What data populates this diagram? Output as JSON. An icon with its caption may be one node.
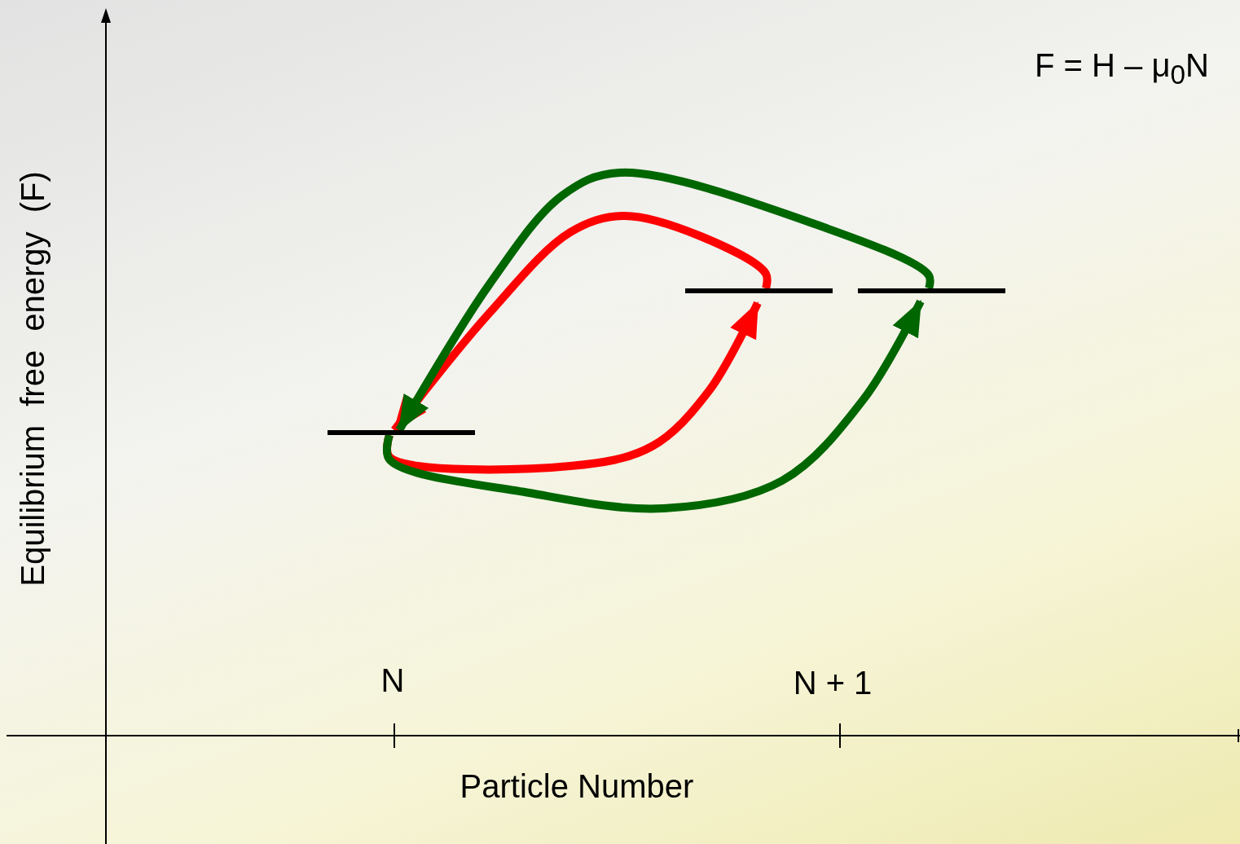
{
  "diagram": {
    "nodes": [
      {
        "text": [],
        "shape": "bar"
      },
      {
        "text": [],
        "shape": "bar"
      },
      {
        "text": [],
        "shape": "bar"
      }
    ],
    "edges": [
      {
        "from": 0,
        "to": 1,
        "arrow": "to",
        "color": "#ff0000"
      },
      {
        "from": 1,
        "to": 0,
        "arrow": "to",
        "color": "#ff0000"
      },
      {
        "from": 0,
        "to": 2,
        "arrow": "to",
        "color": "#006600"
      },
      {
        "from": 2,
        "to": 0,
        "arrow": "to",
        "color": "#006600"
      }
    ],
    "labels": [
      "F = H – μ$_{0}$N",
      "Equilibrium free energy (F)",
      "N",
      "N + 1",
      "Particle Number"
    ]
  }
}
